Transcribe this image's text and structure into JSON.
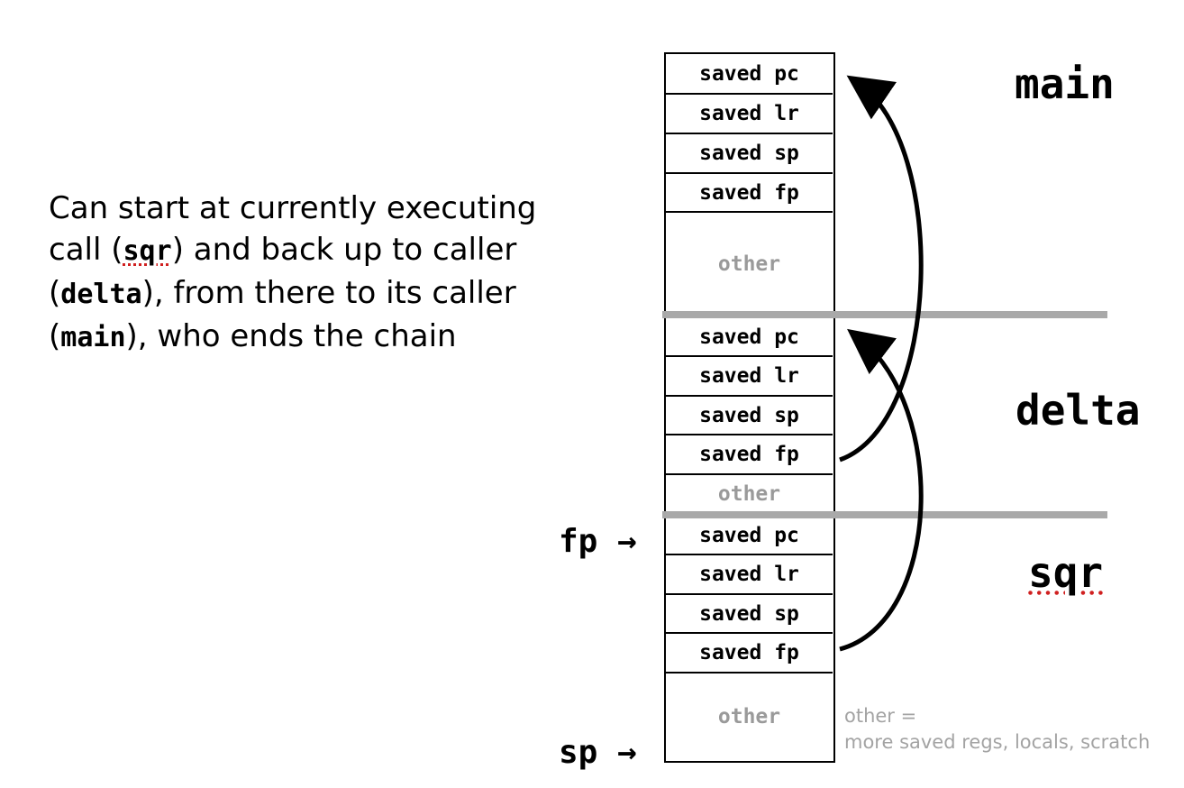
{
  "description": {
    "part1": "Can start at currently executing call (",
    "code1": "sqr",
    "part2": ") and back up to caller (",
    "code2": "delta",
    "part3": "), from there to its caller (",
    "code3": "main",
    "part4": "), who ends the chain"
  },
  "frames": [
    {
      "name": "main",
      "cells": [
        "saved pc",
        "saved lr",
        "saved sp",
        "saved fp",
        "other"
      ]
    },
    {
      "name": "delta",
      "cells": [
        "saved pc",
        "saved lr",
        "saved sp",
        "saved fp",
        "other"
      ]
    },
    {
      "name": "sqr",
      "cells": [
        "saved pc",
        "saved lr",
        "saved sp",
        "saved fp",
        "other"
      ]
    }
  ],
  "pointers": {
    "fp": "fp →",
    "sp": "sp →"
  },
  "note": {
    "line1": "other =",
    "line2": "more saved regs, locals, scratch"
  },
  "colors": {
    "divider": "#a9a9a9",
    "other_text": "#9a9a9a",
    "arrow": "#000000"
  }
}
